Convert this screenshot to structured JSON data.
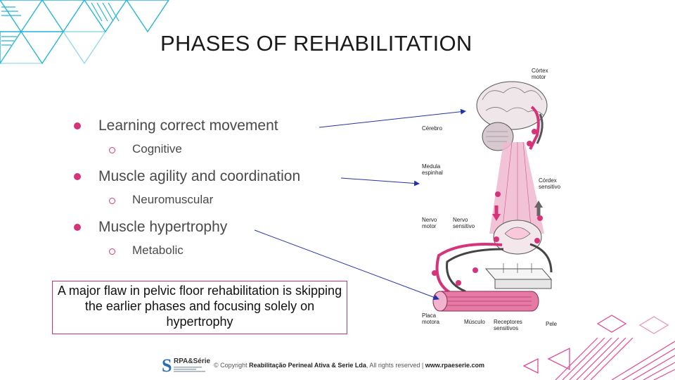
{
  "title": "PHASES OF REHABILITATION",
  "phases": [
    {
      "label": "Learning correct movement",
      "sub": "Cognitive"
    },
    {
      "label": "Muscle agility and coordination",
      "sub": "Neuromuscular"
    },
    {
      "label": "Muscle hypertrophy",
      "sub": "Metabolic"
    }
  ],
  "note": "A major flaw in pelvic floor rehabilitation is skipping the earlier phases and focusing solely on hypertrophy",
  "figure_labels": {
    "cortex_motor": "Córtex\nmotor",
    "cerebro": "Cérebro",
    "medula": "Medula\nespinhal",
    "cortex_sensitivo": "Córdex\nsensitivo",
    "nervo_motor": "Nervo\nmotor",
    "nervo_sensitivo": "Nervo\nsensitivo",
    "placa_motora": "Placa\nmotora",
    "musculo": "Músculo",
    "receptores": "Receptores\nsensitivos",
    "pele": "Pele"
  },
  "footer": {
    "logo_mark": "S",
    "logo_text": "RPA&Série",
    "copyright_prefix": "© Copyright ",
    "company": "Reabilitação Perineal Ativa & Serie Lda",
    "rights": ", All rights reserved | ",
    "website": "www.rpaeserie.com"
  },
  "colors": {
    "accent": "#d6337a",
    "arrow": "#2233aa",
    "border": "#c1387a",
    "teal": "#27b4d6"
  }
}
